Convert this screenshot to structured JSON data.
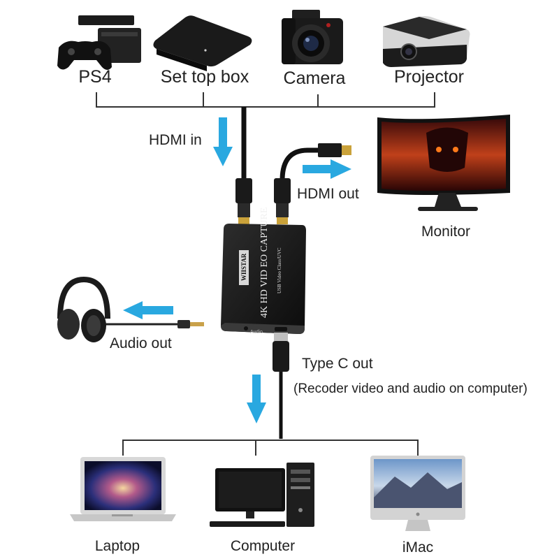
{
  "sources": {
    "ps4": "PS4",
    "set_top_box": "Set top box",
    "camera": "Camera",
    "projector": "Projector"
  },
  "hdmi_in": "HDMI in",
  "hdmi_out": "HDMI out",
  "monitor": "Monitor",
  "audio_out": "Audio out",
  "type_c_out": "Type C out",
  "type_c_note": "(Recoder video and audio on computer)",
  "device": {
    "brand": "WIISTAR",
    "model": "4K HD VID EO CAPTURE",
    "sub": "USB Video Class/UVC",
    "port_label": "Audio"
  },
  "destinations": {
    "laptop": "Laptop",
    "computer": "Computer",
    "imac": "iMac"
  },
  "colors": {
    "arrow": "#29a8e0",
    "line": "#333333",
    "device_body": "#1c1c1c"
  },
  "icons": [
    "gamepad-icon",
    "console-icon",
    "set-top-box-icon",
    "camera-icon",
    "projector-icon",
    "monitor-icon",
    "headphones-icon",
    "laptop-icon",
    "desktop-computer-icon",
    "imac-icon"
  ]
}
